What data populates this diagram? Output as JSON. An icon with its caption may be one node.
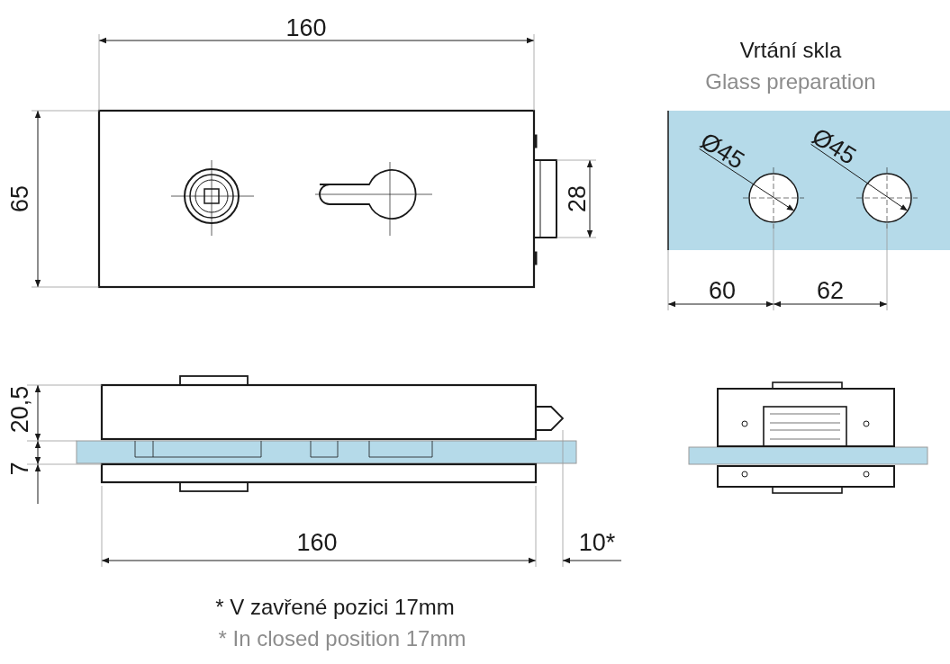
{
  "diagram": {
    "nodes": [
      {
        "text": [
          "Ø45"
        ]
      },
      {
        "text": [],
        "shape": "circle"
      },
      {
        "text": [
          "Ø45"
        ]
      },
      {
        "text": [],
        "shape": "circle"
      }
    ],
    "edges": [
      {
        "from": 0,
        "to": 1,
        "arrow": "to"
      },
      {
        "from": 2,
        "to": 3,
        "arrow": "to"
      }
    ],
    "labels": [
      "160",
      "65",
      "28",
      "Vrtání skla",
      "Glass preparation",
      "60",
      "62",
      "20,5",
      "7",
      "160",
      "10*",
      "* V zavřené pozici 17mm",
      "* In closed position 17mm"
    ]
  }
}
